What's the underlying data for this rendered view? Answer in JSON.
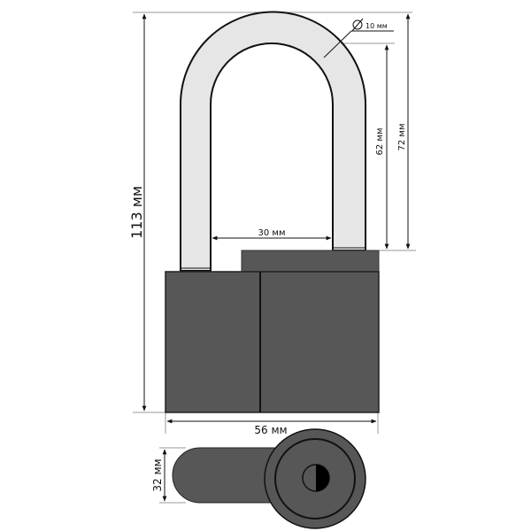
{
  "dimensions": {
    "total_height": "113 мм",
    "shackle_height_outer": "72 мм",
    "shackle_height_inner": "62 мм",
    "shackle_inner_width": "30 мм",
    "shackle_diameter": "10 мм",
    "body_width": "56 мм",
    "body_depth": "32 мм"
  },
  "colors": {
    "body": "#575757",
    "shackle": "#e6e6e6",
    "line": "#111111"
  }
}
